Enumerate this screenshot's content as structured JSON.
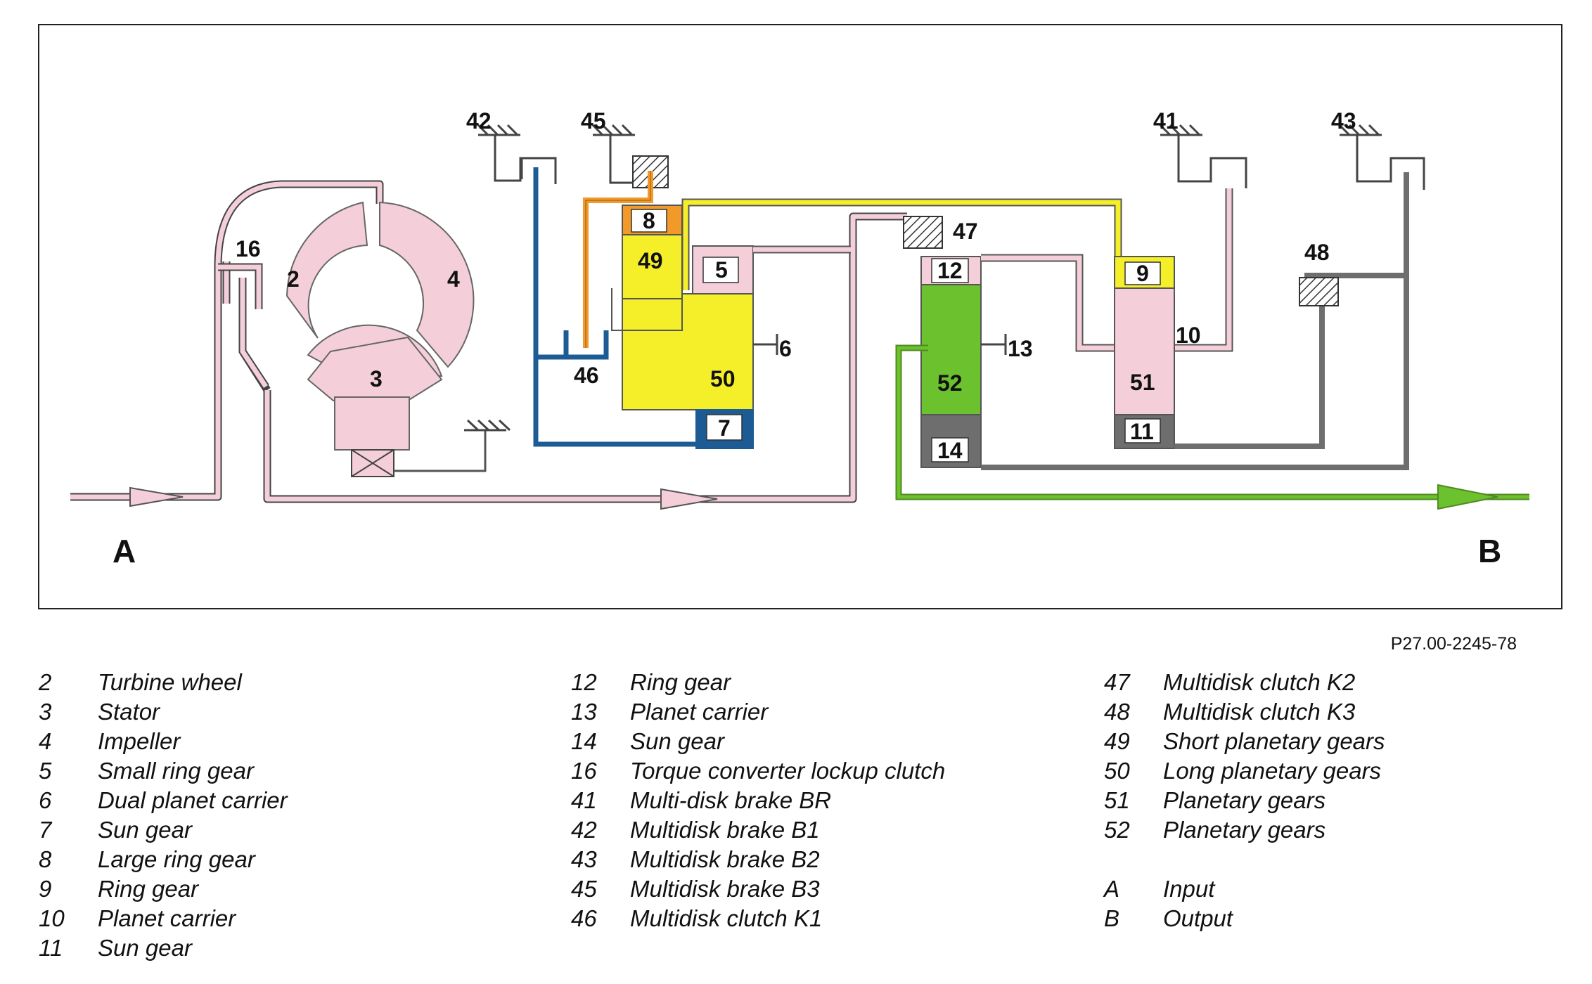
{
  "diagram": {
    "input_label": "A",
    "output_label": "B",
    "component_labels": {
      "c2": "2",
      "c3": "3",
      "c4": "4",
      "c5": "5",
      "c6": "6",
      "c7": "7",
      "c8": "8",
      "c9": "9",
      "c10": "10",
      "c11": "11",
      "c12": "12",
      "c13": "13",
      "c14": "14",
      "c16": "16",
      "c41": "41",
      "c42": "42",
      "c43": "43",
      "c45": "45",
      "c46": "46",
      "c47": "47",
      "c48": "48",
      "c49": "49",
      "c50": "50",
      "c51": "51",
      "c52": "52"
    },
    "colors": {
      "pink": "#f4cfd9",
      "yellow": "#f5ef2a",
      "orange": "#f19a2a",
      "blue": "#1d5b94",
      "green": "#6cc12e",
      "gray": "#6e6e6e"
    }
  },
  "figure_ref": "P27.00-2245-78",
  "legend": {
    "col1": [
      {
        "num": "2",
        "text": "Turbine wheel"
      },
      {
        "num": "3",
        "text": "Stator"
      },
      {
        "num": "4",
        "text": "Impeller"
      },
      {
        "num": "5",
        "text": "Small ring gear"
      },
      {
        "num": "6",
        "text": "Dual planet carrier"
      },
      {
        "num": "7",
        "text": "Sun gear"
      },
      {
        "num": "8",
        "text": "Large ring gear"
      },
      {
        "num": "9",
        "text": "Ring gear"
      },
      {
        "num": "10",
        "text": "Planet carrier"
      },
      {
        "num": "11",
        "text": "Sun gear"
      }
    ],
    "col2": [
      {
        "num": "12",
        "text": "Ring gear"
      },
      {
        "num": "13",
        "text": "Planet carrier"
      },
      {
        "num": "14",
        "text": "Sun gear"
      },
      {
        "num": "16",
        "text": "Torque converter lockup clutch"
      },
      {
        "num": "41",
        "text": "Multi-disk brake BR"
      },
      {
        "num": "42",
        "text": "Multidisk brake B1"
      },
      {
        "num": "43",
        "text": "Multidisk brake B2"
      },
      {
        "num": "45",
        "text": "Multidisk brake B3"
      },
      {
        "num": "46",
        "text": "Multidisk clutch K1"
      }
    ],
    "col3": [
      {
        "num": "47",
        "text": "Multidisk clutch K2"
      },
      {
        "num": "48",
        "text": "Multidisk clutch K3"
      },
      {
        "num": "49",
        "text": "Short planetary gears"
      },
      {
        "num": "50",
        "text": "Long planetary gears"
      },
      {
        "num": "51",
        "text": "Planetary gears"
      },
      {
        "num": "52",
        "text": "Planetary gears"
      },
      {
        "num": "",
        "text": ""
      },
      {
        "num": "A",
        "text": "Input"
      },
      {
        "num": "B",
        "text": "Output"
      }
    ]
  }
}
